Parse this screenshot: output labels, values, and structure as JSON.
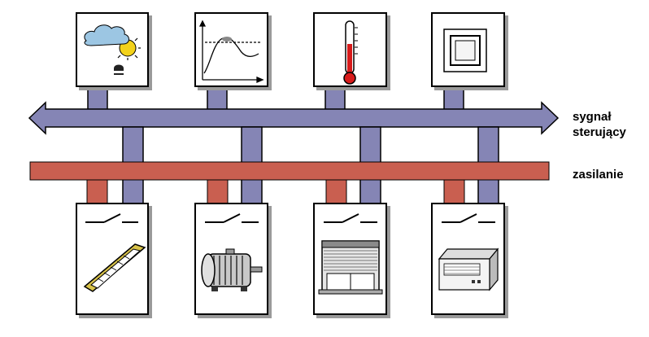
{
  "labels": {
    "signal_line1": "sygnał",
    "signal_line2": "sterujący",
    "power": "zasilanie"
  },
  "colors": {
    "signal_bus": "#8585b5",
    "power_bus": "#c95f50",
    "outline": "#000000",
    "shadow": "#9a9a9a",
    "thermometer_fill": "#d81b1b",
    "cloud": "#9cc6e3",
    "sun": "#f3d21a",
    "ladder": "#d9c34a"
  },
  "sensors": [
    {
      "icon": "weather-sensor-icon"
    },
    {
      "icon": "trend-chart-icon"
    },
    {
      "icon": "thermometer-icon"
    },
    {
      "icon": "wall-switch-icon"
    }
  ],
  "actuators": [
    {
      "icon": "roof-window-icon"
    },
    {
      "icon": "electric-motor-icon"
    },
    {
      "icon": "roller-blind-icon"
    },
    {
      "icon": "air-conditioner-icon"
    }
  ]
}
